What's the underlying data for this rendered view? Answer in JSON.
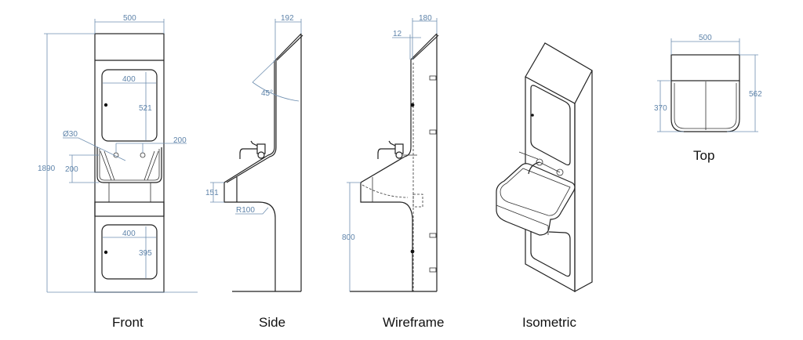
{
  "views": {
    "front": {
      "caption": "Front",
      "dims": {
        "width": "500",
        "height": "1890",
        "upper_door_width": "400",
        "upper_door_height": "521",
        "tap_hole_diameter": "Ø30",
        "tap_spacing": "200",
        "basin_depth": "200",
        "lower_door_width": "400",
        "lower_door_height": "395"
      }
    },
    "side": {
      "caption": "Side",
      "dims": {
        "depth": "192",
        "angle": "45°",
        "basin_front": "151",
        "radius": "R100"
      }
    },
    "wireframe": {
      "caption": "Wireframe",
      "dims": {
        "depth": "180",
        "wall": "12",
        "rim_height": "800"
      }
    },
    "isometric": {
      "caption": "Isometric"
    },
    "top": {
      "caption": "Top",
      "dims": {
        "width": "500",
        "basin_projection": "370",
        "total_depth": "562"
      }
    }
  },
  "colors": {
    "dimension": "#5f84aa",
    "line": "#222222"
  }
}
